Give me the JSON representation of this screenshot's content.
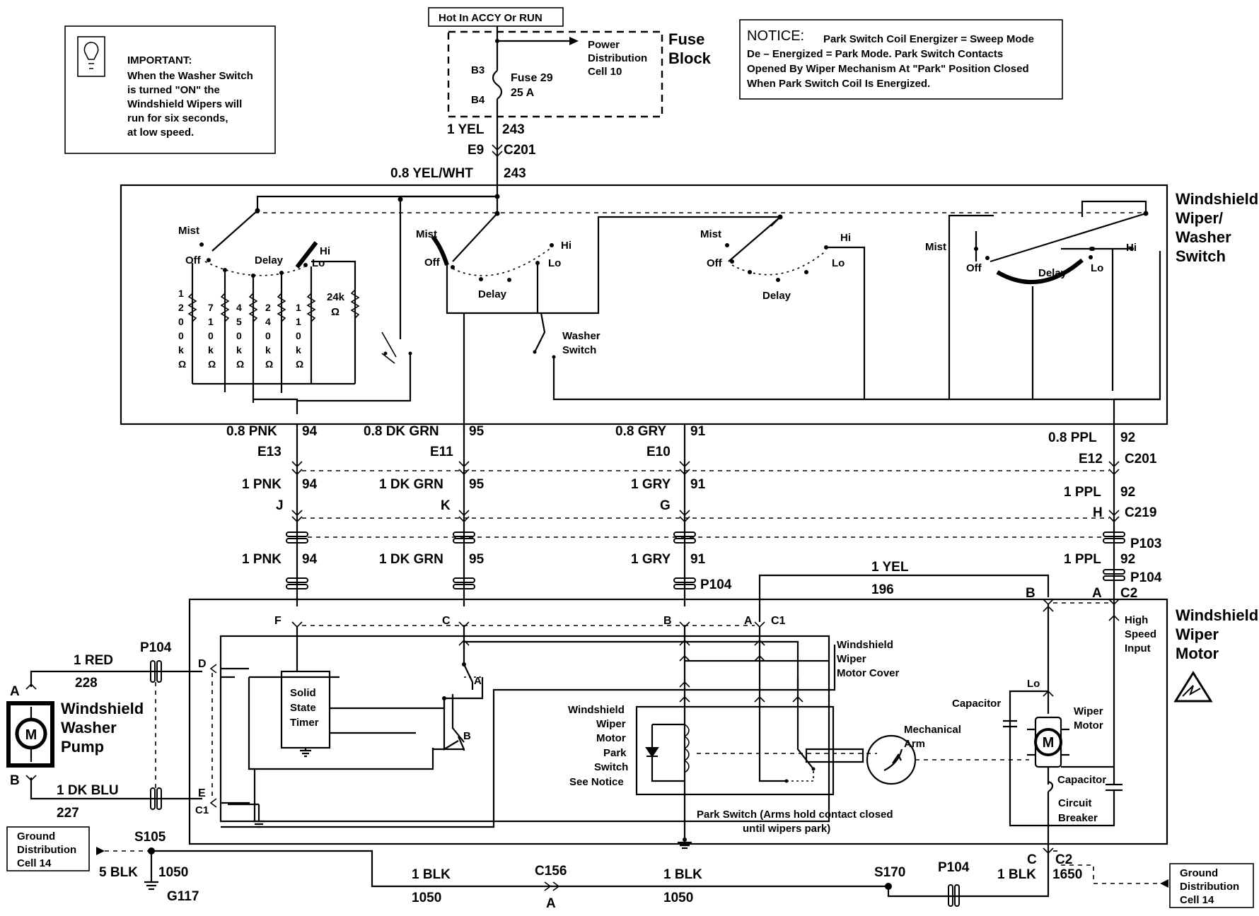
{
  "top_box": {
    "label": "Hot In ACCY Or RUN"
  },
  "important": {
    "title": "IMPORTANT:",
    "lines": [
      "When the Washer Switch",
      "is turned \"ON\" the",
      "Windshield Wipers will",
      "run for six seconds,",
      "at low speed."
    ]
  },
  "notice": {
    "title": "NOTICE:",
    "lines": [
      "Park Switch Coil Energizer = Sweep Mode",
      "De – Energized = Park Mode. Park Switch Contacts",
      "Opened By Wiper Mechanism At \"Park\" Position Closed",
      "When Park Switch Coil Is Energized."
    ]
  },
  "fuse_block": {
    "title_1": "Fuse",
    "title_2": "Block",
    "b3": "B3",
    "b4": "B4",
    "fuse_name": "Fuse  29",
    "fuse_rating": "25 A",
    "pd_1": "Power",
    "pd_2": "Distribution",
    "pd_3": "Cell 10"
  },
  "feed": {
    "w1_color": "1 YEL",
    "w1_circuit": "243",
    "pin": "E9",
    "connector": "C201",
    "w2_color": "0.8 YEL/WHT",
    "w2_circuit": "243"
  },
  "switch": {
    "title_1": "Windshield",
    "title_2": "Wiper/",
    "title_3": "Washer",
    "title_4": "Switch",
    "mist": "Mist",
    "off": "Off",
    "delay": "Delay",
    "hi": "Hi",
    "lo": "Lo",
    "washer_1": "Washer",
    "washer_2": "Switch",
    "r24k_1": "24k",
    "r24k_2": "Ω"
  },
  "resistors": [
    {
      "chars": [
        "1",
        "2",
        "0",
        "0",
        "k",
        "Ω"
      ]
    },
    {
      "chars": [
        "7",
        "1",
        "0",
        "k",
        "Ω"
      ]
    },
    {
      "chars": [
        "4",
        "5",
        "0",
        "k",
        "Ω"
      ]
    },
    {
      "chars": [
        "2",
        "4",
        "0",
        "k",
        "Ω"
      ]
    },
    {
      "chars": [
        "1",
        "1",
        "0",
        "k",
        "Ω"
      ]
    }
  ],
  "circuits": {
    "pnk": {
      "w1": "0.8 PNK",
      "c": "94",
      "pin1": "E13",
      "w2": "1 PNK",
      "pin2": "J",
      "w3": "1 PNK",
      "motor_pin": "F"
    },
    "grn": {
      "w1": "0.8 DK GRN",
      "c": "95",
      "pin1": "E11",
      "w2": "1 DK GRN",
      "pin2": "K",
      "w3": "1 DK GRN",
      "motor_pin": "C"
    },
    "gry": {
      "w1": "0.8 GRY",
      "c": "91",
      "pin1": "E10",
      "w2": "1 GRY",
      "pin2": "G",
      "w3": "1 GRY",
      "p104": "P104",
      "motor_pin": "B"
    },
    "ppl": {
      "w1": "0.8 PPL",
      "c": "92",
      "pin1": "E12",
      "conn1": "C201",
      "w2": "1 PPL",
      "pin2": "H",
      "conn2": "C219",
      "p103": "P103",
      "w3": "1 PPL",
      "p104": "P104",
      "pin_a": "A",
      "c2": "C2",
      "pin_b": "B"
    },
    "yel": {
      "w": "1 YEL",
      "c": "196",
      "pin_a": "A",
      "c1": "C1"
    }
  },
  "motor": {
    "title_1": "Windshield",
    "title_2": "Wiper",
    "title_3": "Motor",
    "cover_1": "Windshield",
    "cover_2": "Wiper",
    "cover_3": "Motor Cover",
    "timer_1": "Solid",
    "timer_2": "State",
    "timer_3": "Timer",
    "relay_a": "A",
    "relay_b": "B",
    "park_1": "Windshield",
    "park_2": "Wiper",
    "park_3": "Motor",
    "park_4": "Park",
    "park_5": "Switch",
    "park_6": "See Notice",
    "mech_1": "Mechanical",
    "mech_2": "Arm",
    "park_note_1": "Park Switch (Arms hold contact closed",
    "park_note_2": "until wipers park)",
    "lo": "Lo",
    "capacitor": "Capacitor",
    "wiper_1": "Wiper",
    "wiper_2": "Motor",
    "capacitor2": "Capacitor",
    "cb_1": "Circuit",
    "cb_2": "Breaker",
    "hs_1": "High",
    "hs_2": "Speed",
    "hs_3": "Input",
    "m": "M",
    "pin_d": "D",
    "pin_e": "E",
    "c1": "C1"
  },
  "pump": {
    "title_1": "Windshield",
    "title_2": "Washer",
    "title_3": "Pump",
    "m": "M",
    "pin_a": "A",
    "pin_b": "B",
    "w1": "1 RED",
    "c1": "228",
    "w2": "1 DK BLU",
    "c2": "227",
    "p104": "P104"
  },
  "ground": {
    "left_1": "Ground",
    "left_2": "Distribution",
    "left_3": "Cell 14",
    "s105": "S105",
    "w_left": "5 BLK",
    "c_left": "1050",
    "g117": "G117",
    "w_mid1": "1 BLK",
    "c_mid1": "1050",
    "c156": "C156",
    "pin_c156": "A",
    "w_mid2": "1 BLK",
    "c_mid2": "1050",
    "s170": "S170",
    "p104": "P104",
    "w_right": "1 BLK",
    "c_right": "1650",
    "pin_c": "C",
    "c2": "C2",
    "right_1": "Ground",
    "right_2": "Distribution",
    "right_3": "Cell 14"
  }
}
